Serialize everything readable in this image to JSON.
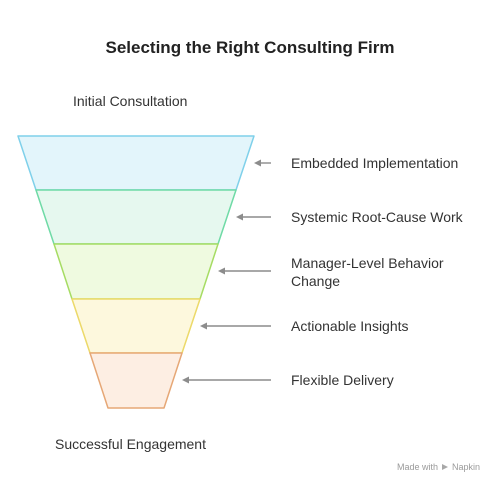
{
  "title": "Selecting the Right Consulting Firm",
  "top_caption": "Initial Consultation",
  "bottom_caption": "Successful Engagement",
  "stages": [
    {
      "label": "Embedded Implementation",
      "fill": "#e3f5fb",
      "stroke": "#7fd0ea"
    },
    {
      "label": "Systemic Root-Cause Work",
      "fill": "#e6f8ef",
      "stroke": "#6fdaa6"
    },
    {
      "label": "Manager-Level Behavior Change",
      "fill": "#effae0",
      "stroke": "#a6dc63"
    },
    {
      "label": "Actionable Insights",
      "fill": "#fdf8dd",
      "stroke": "#ecd969"
    },
    {
      "label": "Flexible Delivery",
      "fill": "#fdeee3",
      "stroke": "#e6a776"
    }
  ],
  "arrow_color": "#8c8c8c",
  "watermark": {
    "prefix": "Made with",
    "brand": "Napkin"
  }
}
